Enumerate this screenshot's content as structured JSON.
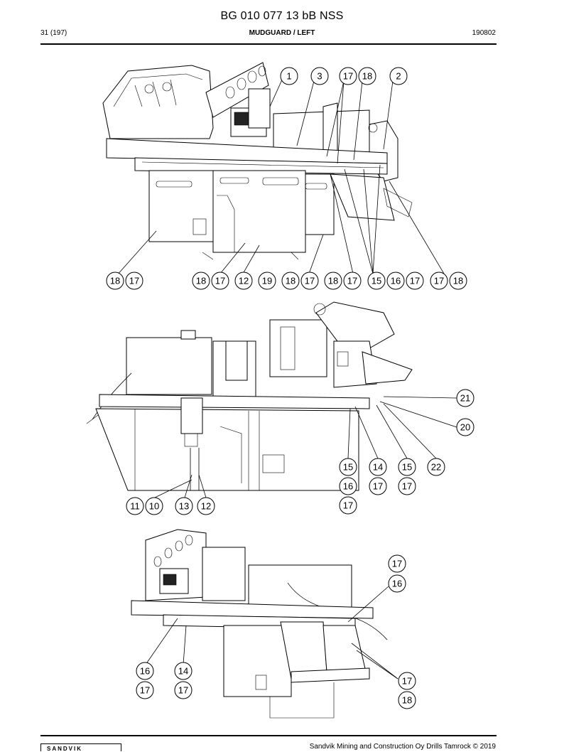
{
  "document": {
    "title": "BG 010 077 13 bB NSS",
    "page": "31 (197)",
    "section": "MUDGUARD / LEFT",
    "date": "190802",
    "footer": "Sandvik Mining and Construction Oy Drills Tamrock © 2019",
    "logo_text": "SANDVIK"
  },
  "callouts": {
    "top_row": [
      "1",
      "3",
      "17",
      "18",
      "2"
    ],
    "top_bottom_row": [
      "18",
      "17",
      "18",
      "17",
      "12",
      "19",
      "18",
      "17",
      "18",
      "17",
      "15",
      "16",
      "17",
      "17",
      "18"
    ],
    "middle": [
      "21",
      "20",
      "15",
      "16",
      "17",
      "14",
      "17",
      "15",
      "17",
      "22",
      "11",
      "10",
      "13",
      "12"
    ],
    "bottom": [
      "17",
      "16",
      "16",
      "17",
      "14",
      "17",
      "17",
      "18"
    ]
  }
}
